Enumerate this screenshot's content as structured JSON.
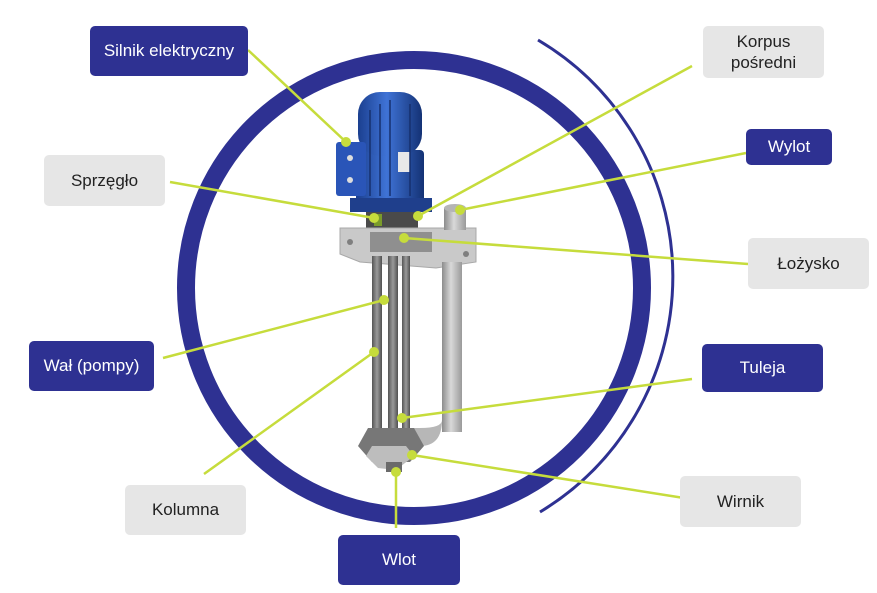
{
  "colors": {
    "ring": "#2e3192",
    "leader": "#c6dc3c",
    "dark_label": "#2e3192",
    "light_label": "#e6e6e6"
  },
  "labels": {
    "silnik": "Silnik elektryczny",
    "korpus": "Korpus pośredni",
    "sprzeglo": "Sprzęgło",
    "wylot": "Wylot",
    "lozysko": "Łożysko",
    "wal": "Wał (pompy)",
    "tuleja": "Tuleja",
    "kolumna": "Kolumna",
    "wirnik": "Wirnik",
    "wlot": "Wlot"
  }
}
